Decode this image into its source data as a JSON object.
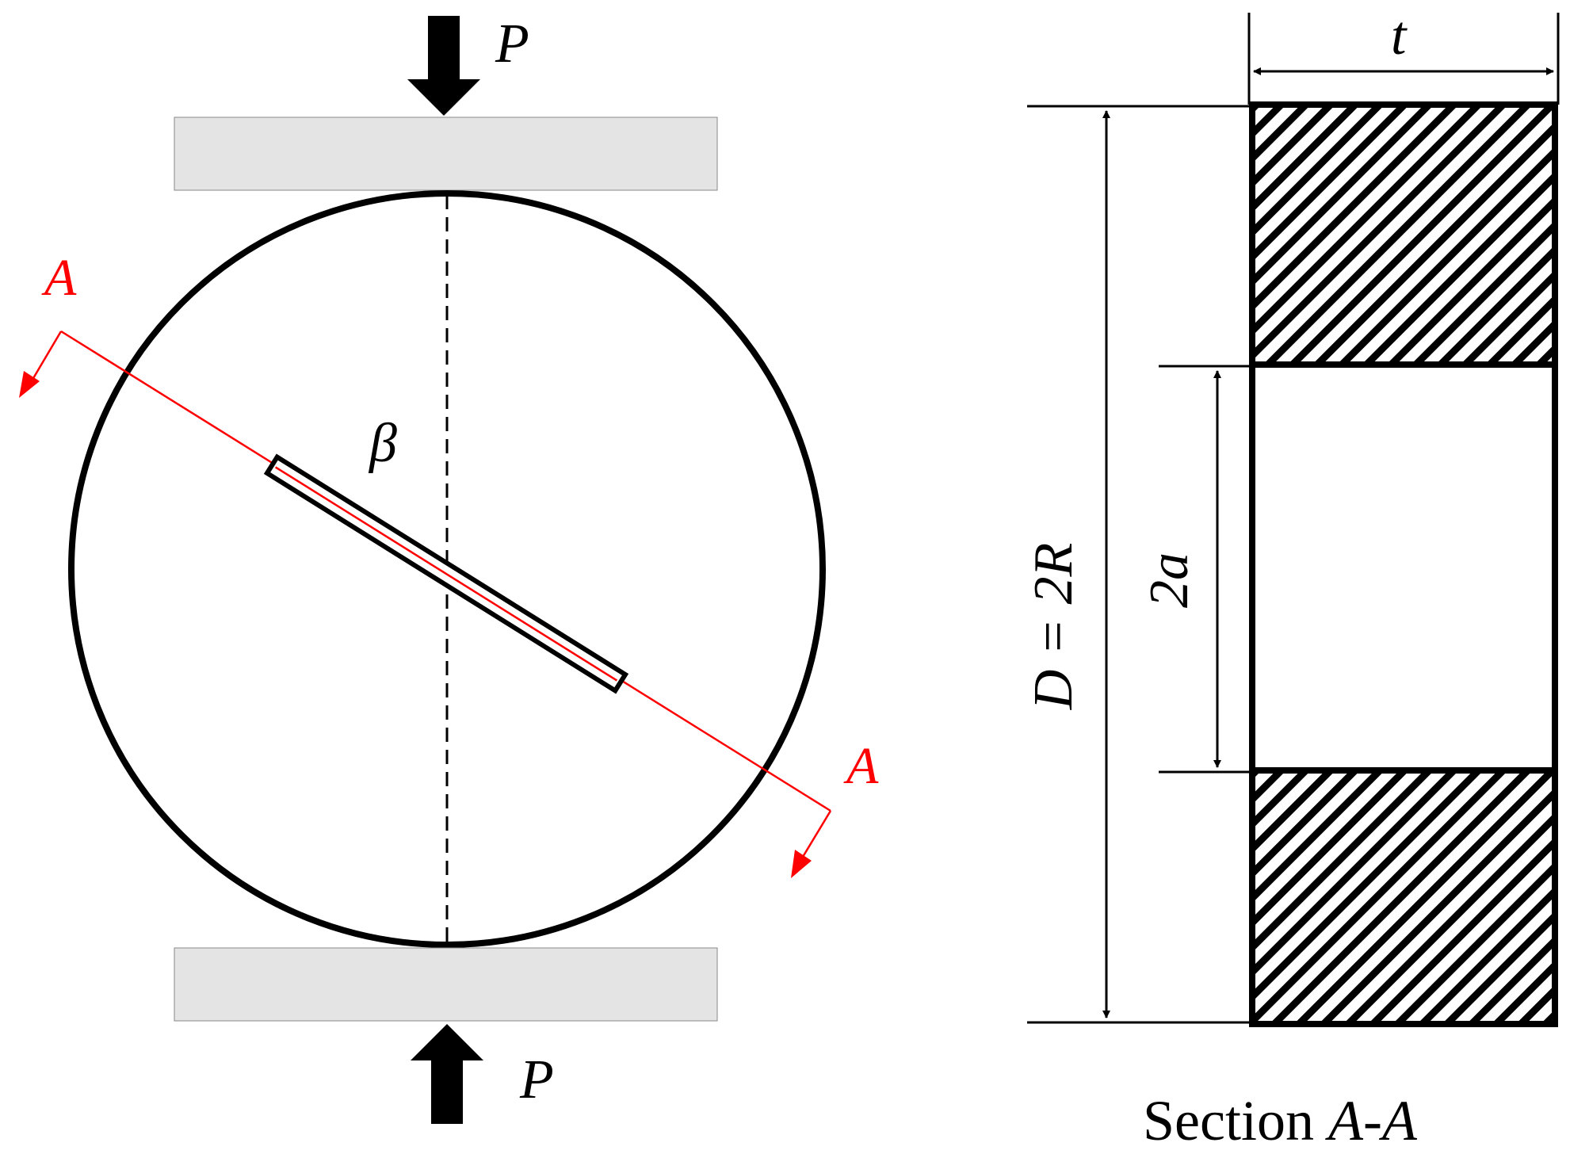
{
  "labels": {
    "load_top": "P",
    "load_bottom": "P",
    "section_left": "A",
    "section_right": "A",
    "angle": "β",
    "thickness": "t",
    "diameter": "D = 2R",
    "crack_length": "2a",
    "caption_prefix": "Section ",
    "caption_name": "A-A"
  },
  "colors": {
    "line": "#000000",
    "section_cut": "#ff0000",
    "platen_fill": "#e4e4e4",
    "hatch": "#000000",
    "background": "#ffffff"
  }
}
